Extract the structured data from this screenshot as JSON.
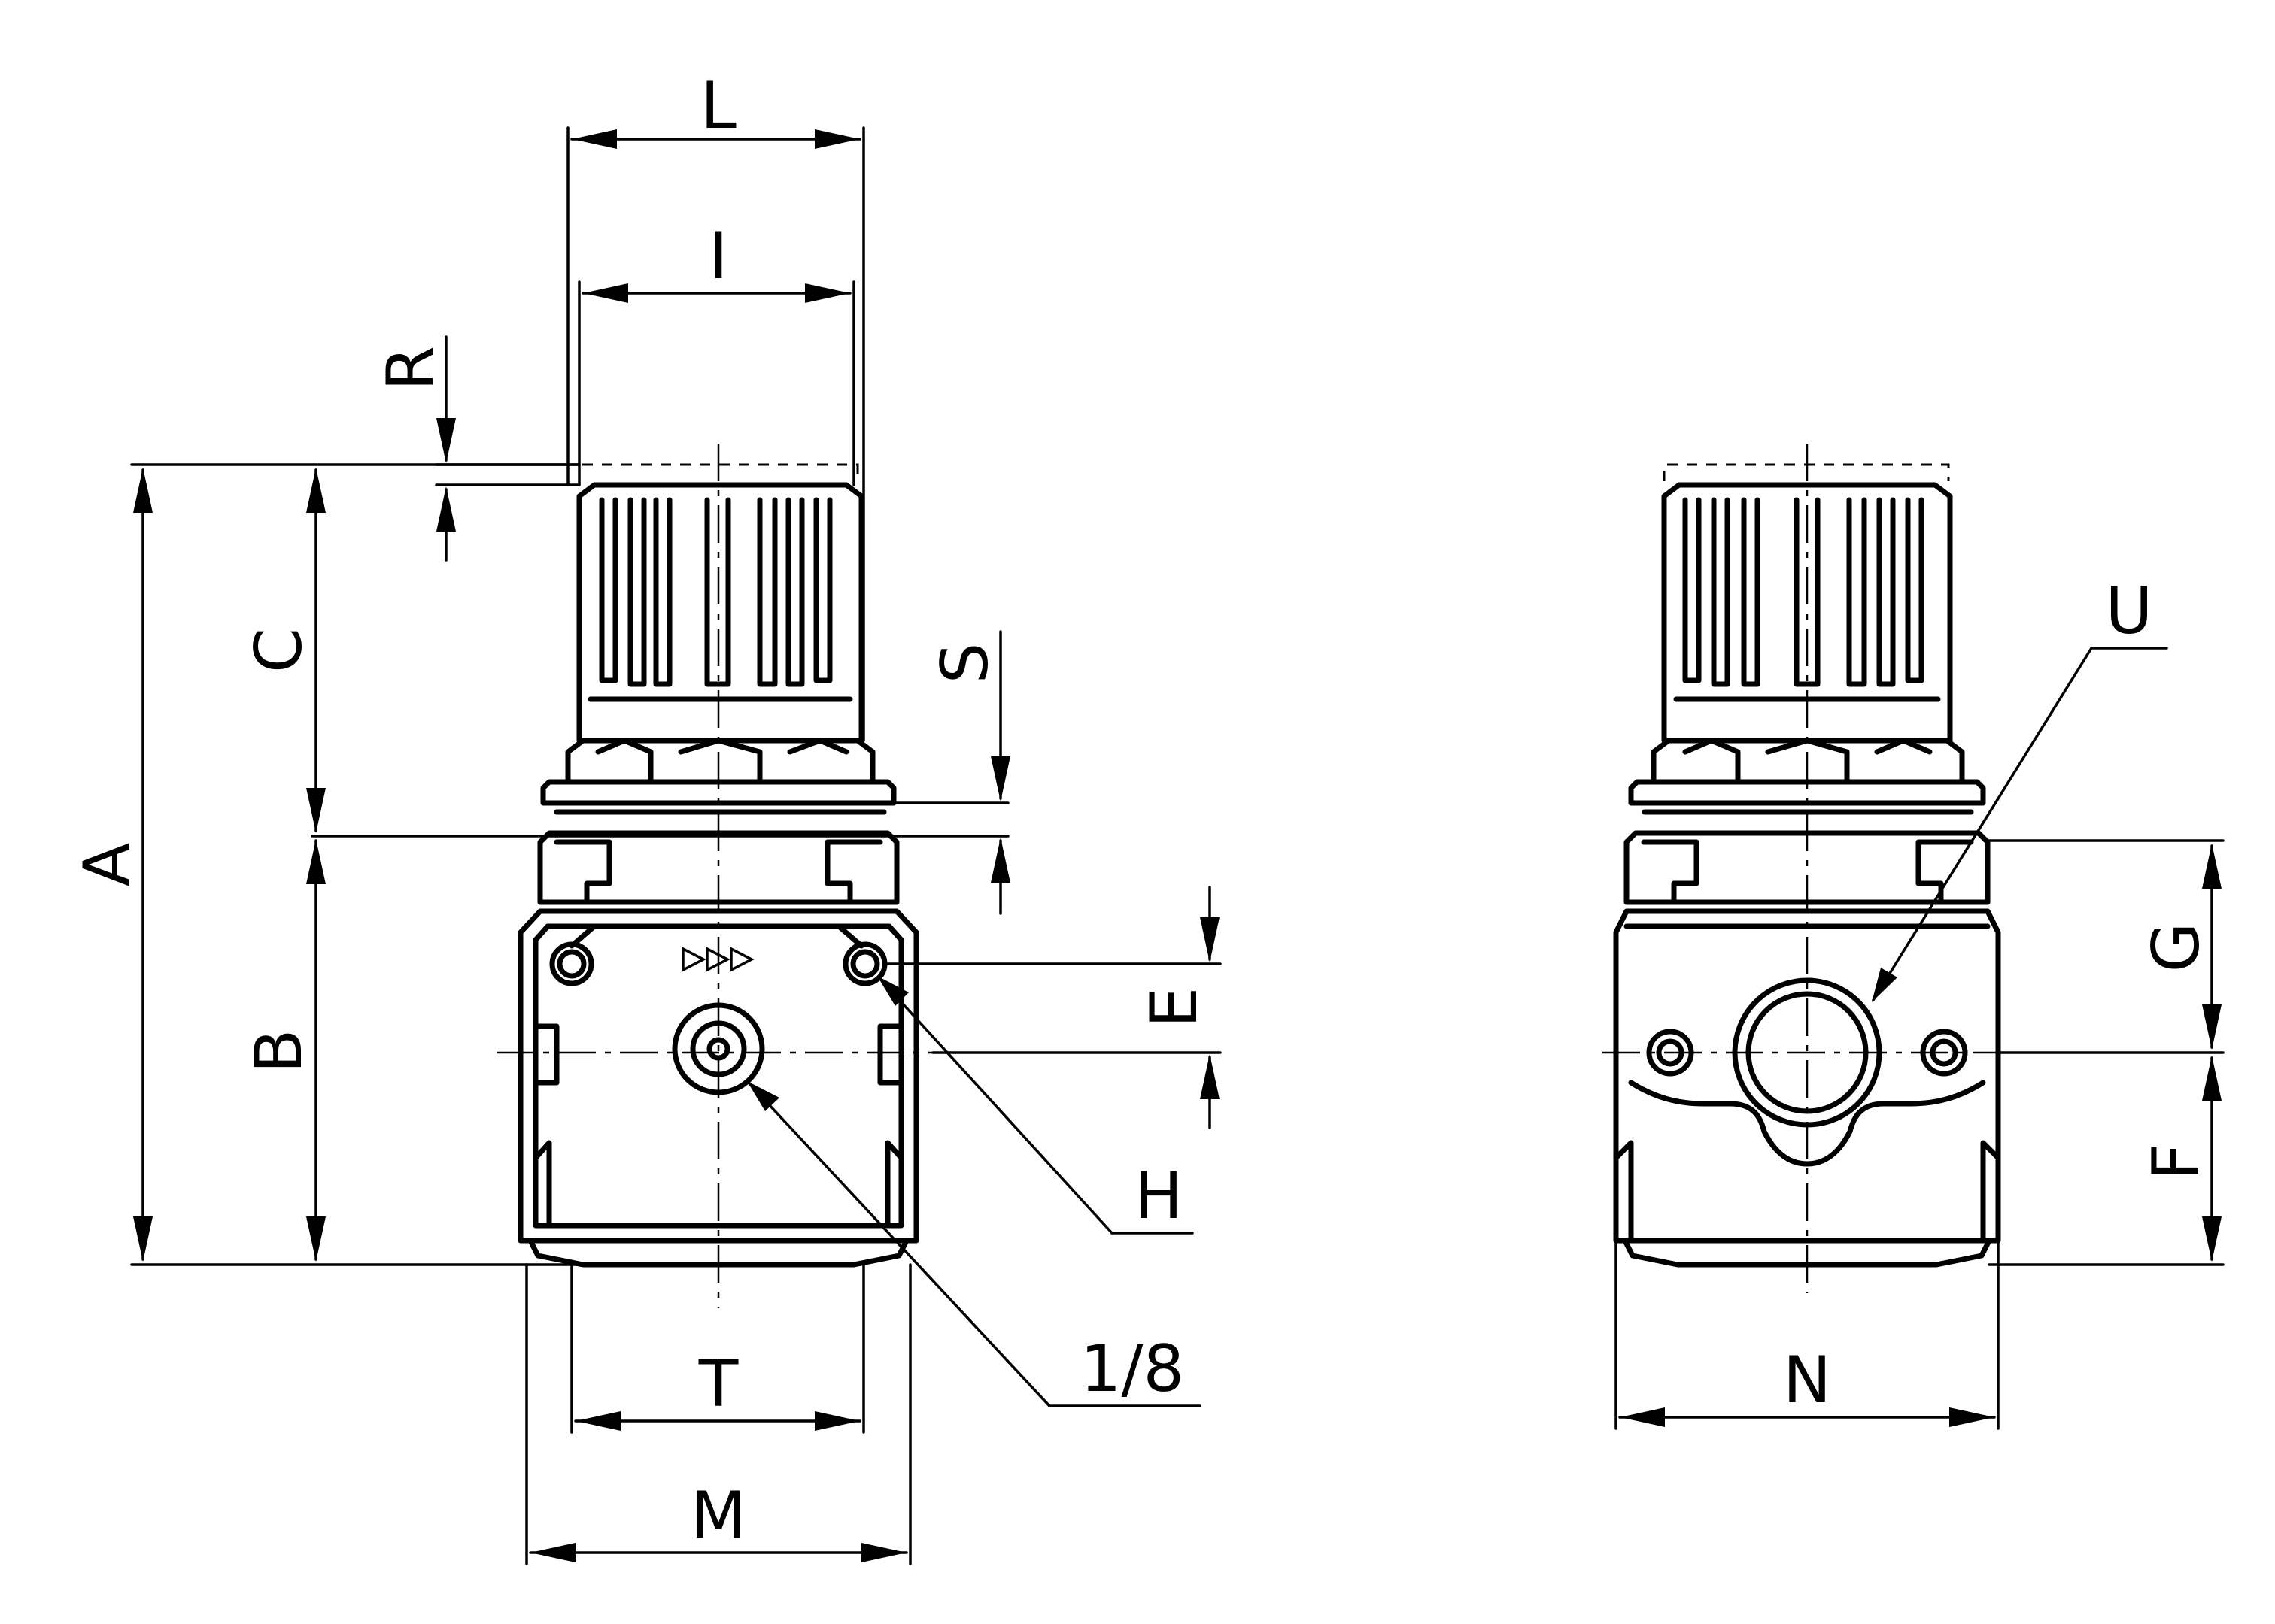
{
  "dimension_labels": {
    "A": "A",
    "B": "B",
    "C": "C",
    "E": "E",
    "F": "F",
    "G": "G",
    "H": "H",
    "I": "I",
    "L": "L",
    "M": "M",
    "N": "N",
    "R": "R",
    "S": "S",
    "T": "T",
    "U": "U",
    "port": "1/8"
  },
  "colors": {
    "ink": "#000000",
    "paper": "#ffffff"
  }
}
